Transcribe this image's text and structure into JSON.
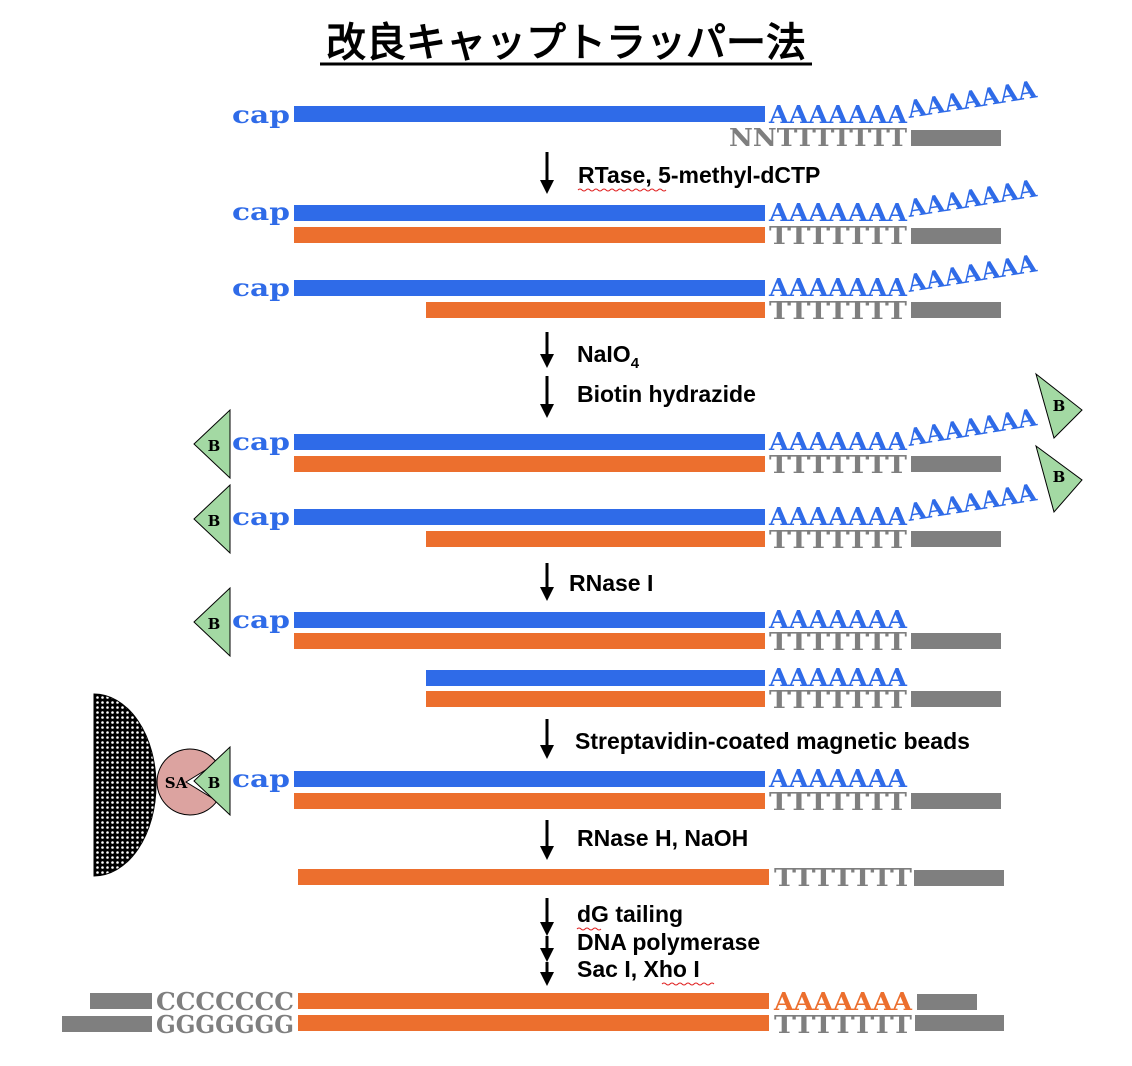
{
  "title": "改良キャップトラッパー法",
  "colors": {
    "rna": "#2F6BE8",
    "cdna": "#EC6F2E",
    "gray": "#7F7F7F",
    "green": "#A3D9A3",
    "sa": "#DCA3A0"
  },
  "seq": {
    "cap": "cap",
    "a7": "AAAAAAA",
    "nnt7": "NNTTTTTTT",
    "t7": "TTTTTTT",
    "c7": "CCCCCCC",
    "g7": "GGGGGGG",
    "b": "B",
    "sa": "SA"
  },
  "steps": {
    "s1": "RTase, 5-methyl-dCTP",
    "s2_prefix": "NaIO",
    "s2_sub": "4",
    "s3": "Biotin hydrazide",
    "s4": "RNase I",
    "s5": "Streptavidin-coated magnetic beads",
    "s6": "RNase H, NaOH",
    "s7": "dG tailing",
    "s8": "DNA polymerase",
    "s9": "Sac I, Xho I"
  }
}
